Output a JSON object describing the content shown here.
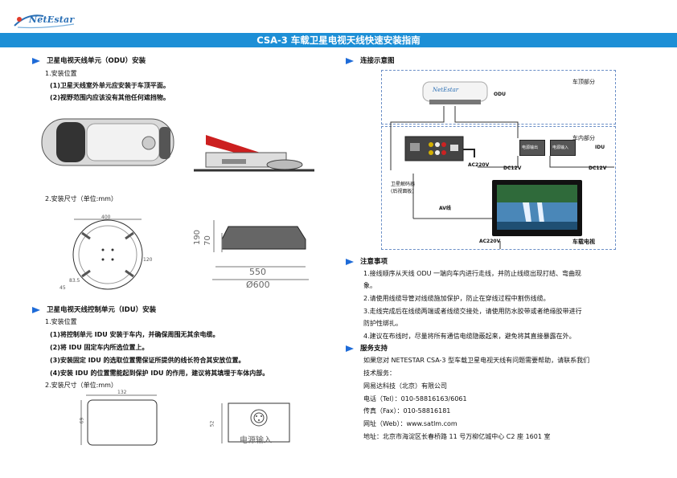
{
  "header": {
    "logo_text": "NetEstar",
    "title": "CSA-3 车载卫星电视天线快速安装指南"
  },
  "left": {
    "odu": {
      "heading": "卫星电视天线单元（ODU）安装",
      "pos_title": "1.安装位置",
      "pos_items": [
        "(1)卫星天线室外单元应安装于车顶平面。",
        "(2)视野范围内应该没有其他任何遮挡物。"
      ],
      "size_title": "2.安装尺寸（单位:mm）",
      "dims": {
        "d400": "400",
        "d120": "120",
        "d83": "83.5",
        "d45": "45",
        "h190": "190",
        "h70": "70",
        "w550": "550",
        "w600": "Ø600"
      }
    },
    "idu": {
      "heading": "卫星电视天线控制单元（IDU）安装",
      "pos_title": "1.安装位置",
      "pos_items": [
        "(1)将控制单元 IDU 安装于车内，并确保周围无其余电缆。",
        "(2)将 IDU 固定车内所选位置上。",
        "(3)安装固定 IDU 的选取位置需保证所提供的线长符合其安放位置。",
        "(4)安装 IDU 的位置需能起到保护 IDU 的作用，建议将其填埋于车体内部。"
      ],
      "size_title": "2.安装尺寸（单位:mm）",
      "dims": {
        "w132": "132",
        "h69": "69",
        "h52": "52"
      },
      "power_label": "电源输入"
    }
  },
  "right": {
    "diagram": {
      "heading": "连接示意图",
      "roof_label": "车顶部分",
      "odu_label": "ODU",
      "inside_label": "车内部分",
      "idu_label": "IDU",
      "dc12v_a": "DC12V",
      "dc12v_b": "DC12V",
      "ac220v_a": "AC220V",
      "ac220v_b": "AC220V",
      "receiver_label": "卫星解码器",
      "receiver_sub": "(后视面板)",
      "av_label": "AV线",
      "tv_label": "车载电视",
      "idu_btn_1": "电源输出",
      "idu_btn_2": "电源输入"
    },
    "notes": {
      "heading": "注意事项",
      "items": [
        "1.接线顺序从天线  ODU  一端向车内进行走线，并防止线缆出现打结、弯曲现",
        "象。",
        "2.请使用线缆导管对线缆施加保护，防止在穿线过程中割伤线缆。",
        "3.走线完成后在线缆两端或者线缆交接处，请使用防水胶带或者绝缘胶带进行",
        "防护性绑扎。",
        "4.建议在布线时，尽量将所有通信电缆隐蔽起来，避免将其直接暴露在外。"
      ]
    },
    "support": {
      "heading": "服务支持",
      "lines": [
        "如果您对 NETESTAR CSA-3 型车载卫星电视天线有问题需要帮助，请联系我们",
        "技术服务：",
        "网易达科技（北京）有限公司",
        "电话（Tel）：010-58816163/6061",
        "传真（Fax）：010-58816181",
        "网址（Web）：www.satlm.com",
        "地址：北京市海淀区长春桥路 11 号万柳亿城中心 C2 座 1601 室"
      ]
    }
  },
  "colors": {
    "accent": "#1d8fd6",
    "arrow": "#1e6bd8",
    "dash": "#6b8fc7"
  }
}
